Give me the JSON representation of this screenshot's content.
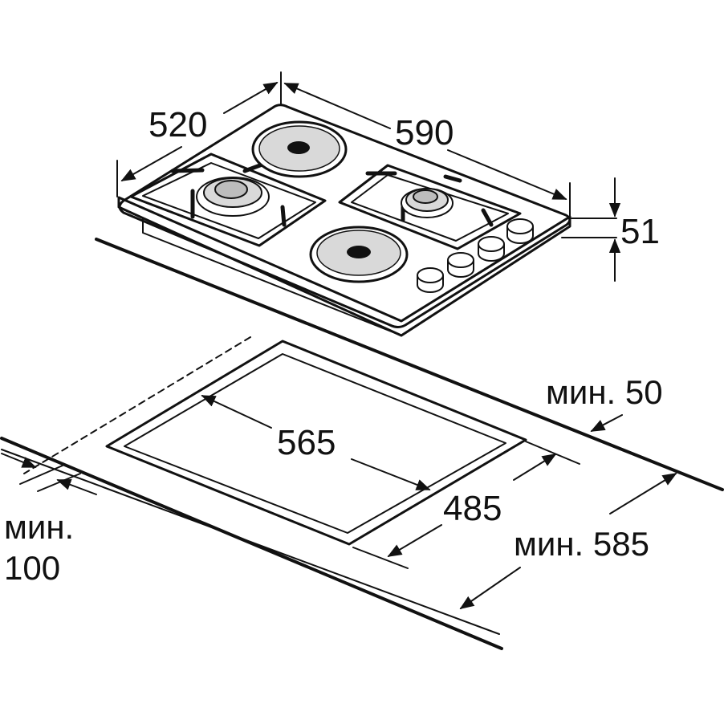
{
  "dimensions": {
    "width_depth": "520",
    "width_length": "590",
    "height": "51",
    "cutout_length": "565",
    "cutout_depth": "485"
  },
  "clearances": {
    "back": "мин. 50",
    "side_label": "мин.",
    "side_value": "100",
    "worktop": "мин. 585"
  },
  "colors": {
    "line": "#111111",
    "fill": "#ffffff",
    "burner": "#d9d9d9",
    "ring": "#bdbdbd"
  }
}
